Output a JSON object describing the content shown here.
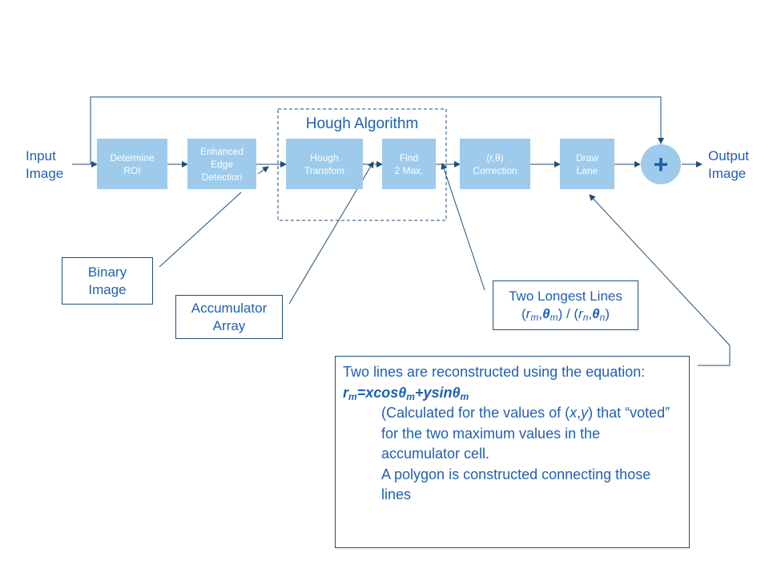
{
  "diagram": {
    "input": "Input\nImage",
    "output": "Output\nImage",
    "hough_title": "Hough Algorithm",
    "plus": "+",
    "blocks": {
      "roi": "Determine\nROI",
      "edge": "Enhanced\nEdge\nDetection",
      "hough": "Hough\nTransfom",
      "find": "Find\n2 Max.",
      "correction": "(r,θ)\nCorrection",
      "draw": "Draw\nLane"
    },
    "notes": {
      "binary": "Binary\nImage",
      "accumulator": "Accumulator\nArray",
      "longest_title": "Two Longest Lines",
      "longest_r": "r",
      "longest_sub_m": "m",
      "longest_theta": "θ",
      "longest_sub_n": "n",
      "longest_sep": ") / ("
    },
    "textbox": {
      "line1": "Two lines are reconstructed using the equation:",
      "eq_r": "r",
      "eq_sub_m": "m",
      "eq_mid": "=xcosθ",
      "eq_mid2": "+ysinθ",
      "para1_a": "(Calculated for the values of (",
      "para1_x": "x",
      "para1_comma": ",",
      "para1_y": "y",
      "para1_b": ") that “voted” for the two maximum values in the accumulator cell.",
      "para2": "A polygon is constructed connecting those lines"
    },
    "colors": {
      "block_fill": "#9ecbec",
      "text_blue": "#1f5fb5",
      "line": "#1f4e79"
    }
  }
}
